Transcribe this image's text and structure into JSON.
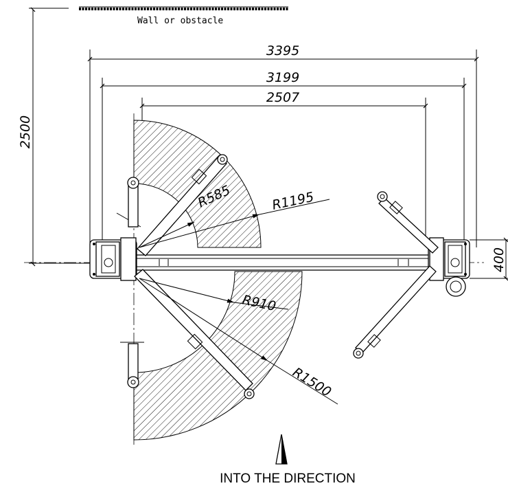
{
  "labels": {
    "wall": "Wall or obstacle",
    "direction": "INTO THE DIRECTION"
  },
  "dimensions": {
    "overall_width": "3395",
    "column_width": "3199",
    "inner_width": "2507",
    "depth": "2500",
    "base_depth": "400"
  },
  "radii": {
    "upper_short": "R585",
    "upper_long": "R1195",
    "lower_short": "R910",
    "lower_long": "R1500"
  }
}
